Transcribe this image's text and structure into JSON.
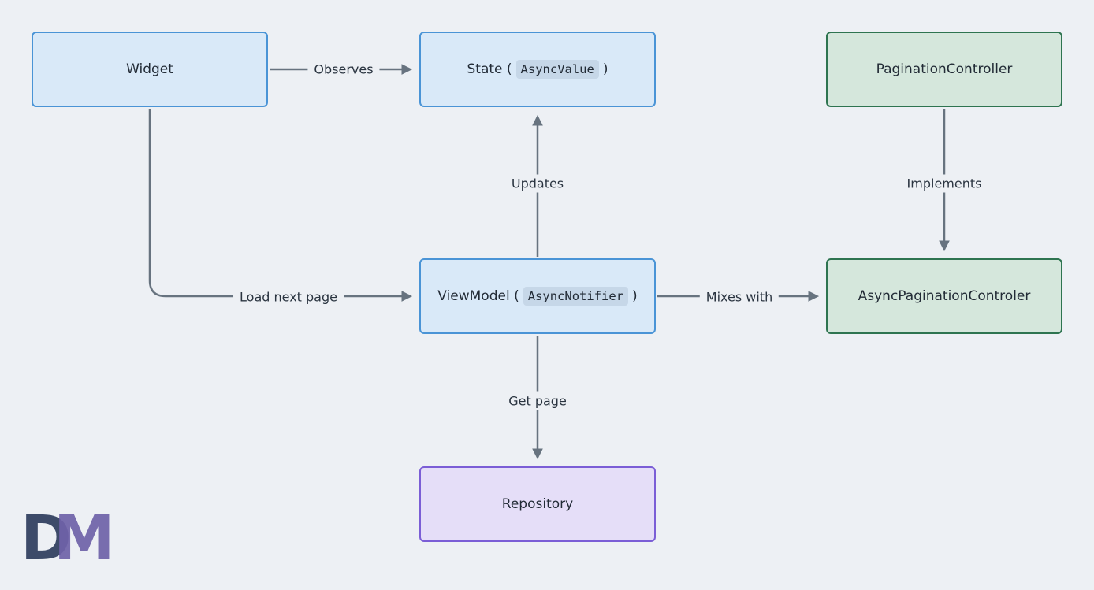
{
  "colors": {
    "background": "#edf0f4",
    "blue_fill": "#d9e9f8",
    "blue_border": "#4a94d6",
    "green_fill": "#d5e7dc",
    "green_border": "#2e7450",
    "purple_fill": "#e5def8",
    "purple_border": "#7b5ed6",
    "arrow": "#67737f",
    "text": "#222b36",
    "code_bg": "#c6d7e8"
  },
  "nodes": {
    "widget": {
      "label": "Widget"
    },
    "state": {
      "prefix": "State (",
      "code": "AsyncValue",
      "suffix": ")"
    },
    "pagination_controller": {
      "label": "PaginationController"
    },
    "viewmodel": {
      "prefix": "ViewModel (",
      "code": "AsyncNotifier",
      "suffix": ")"
    },
    "async_pagination_controller": {
      "label": "AsyncPaginationControler"
    },
    "repository": {
      "label": "Repository"
    }
  },
  "edges": {
    "observes": {
      "label": "Observes"
    },
    "load_next_page": {
      "label": "Load next page"
    },
    "updates": {
      "label": "Updates"
    },
    "implements": {
      "label": "Implements"
    },
    "mixes_with": {
      "label": "Mixes with"
    },
    "get_page": {
      "label": "Get page"
    }
  },
  "logo": {
    "d": "D",
    "m": "M"
  }
}
